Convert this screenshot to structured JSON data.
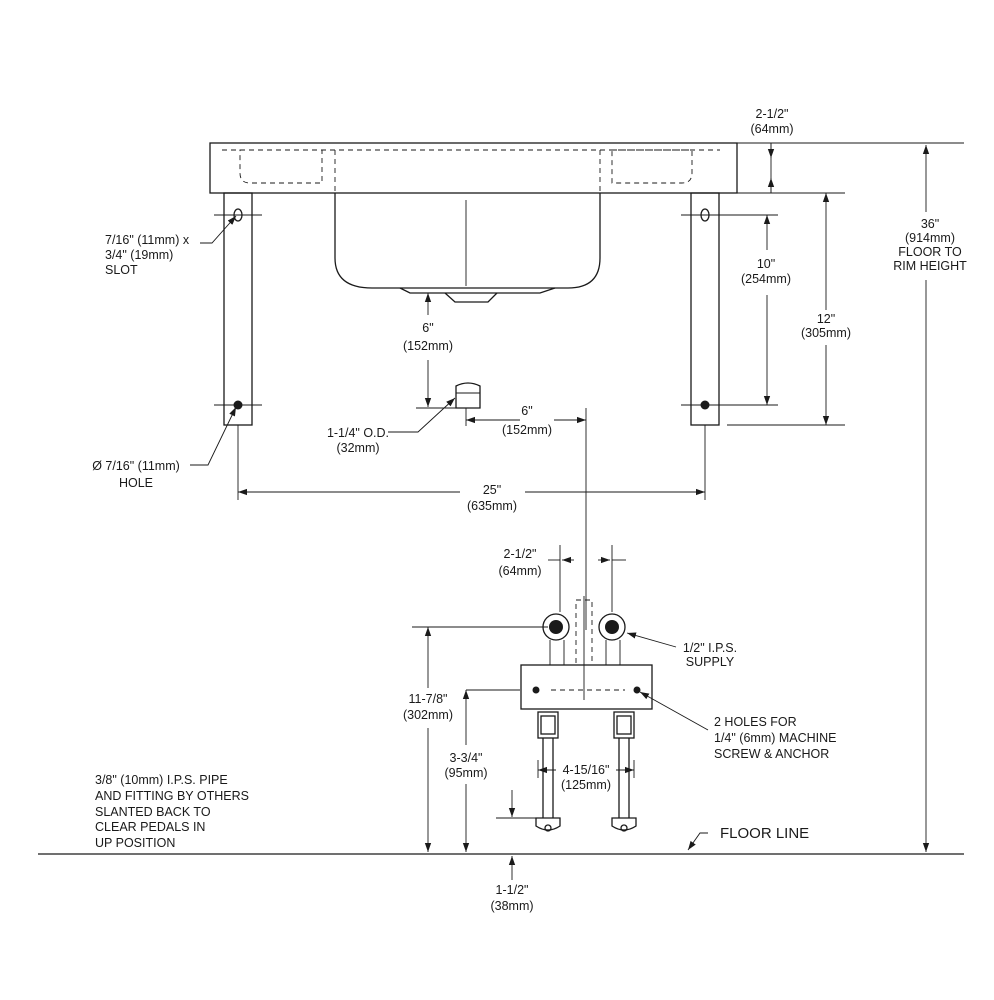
{
  "labels": {
    "rim_thickness_in": "2-1/2\"",
    "rim_thickness_mm": "(64mm)",
    "floor_to_rim_in": "36\"",
    "floor_to_rim_mm": "(914mm)",
    "floor_to_rim_l1": "FLOOR TO",
    "floor_to_rim_l2": "RIM HEIGHT",
    "slot_l1": "7/16\" (11mm) x",
    "slot_l2": "3/4\" (19mm)",
    "slot_l3": "SLOT",
    "slot_spacing_in": "10\"",
    "slot_spacing_mm": "(254mm)",
    "leg_height_in": "12\"",
    "leg_height_mm": "(305mm)",
    "drain_drop_in": "6\"",
    "drain_drop_mm": "(152mm)",
    "drain_od_in": "1-1/4\" O.D.",
    "drain_od_mm": "(32mm)",
    "drain_offset_in": "6\"",
    "drain_offset_mm": "(152mm)",
    "hole_l1": "Ø 7/16\" (11mm)",
    "hole_l2": "HOLE",
    "leg_spacing_in": "25\"",
    "leg_spacing_mm": "(635mm)",
    "supply_spacing_in": "2-1/2\"",
    "supply_spacing_mm": "(64mm)",
    "supply_l1": "1/2\" I.P.S.",
    "supply_l2": "SUPPLY",
    "valve_height_in": "11-7/8\"",
    "valve_height_mm": "(302mm)",
    "screw_l1": "2 HOLES FOR",
    "screw_l2": "1/4\" (6mm) MACHINE",
    "screw_l3": "SCREW & ANCHOR",
    "anchor_height_in": "3-3/4\"",
    "anchor_height_mm": "(95mm)",
    "pedal_spacing_in": "4-15/16\"",
    "pedal_spacing_mm": "(125mm)",
    "pipe_l1": "3/8\" (10mm) I.P.S. PIPE",
    "pipe_l2": "AND FITTING BY OTHERS",
    "pipe_l3": "SLANTED BACK TO",
    "pipe_l4": "CLEAR PEDALS IN",
    "pipe_l5": "UP POSITION",
    "floor_line": "FLOOR LINE",
    "pedal_clear_in": "1-1/2\"",
    "pedal_clear_mm": "(38mm)"
  }
}
